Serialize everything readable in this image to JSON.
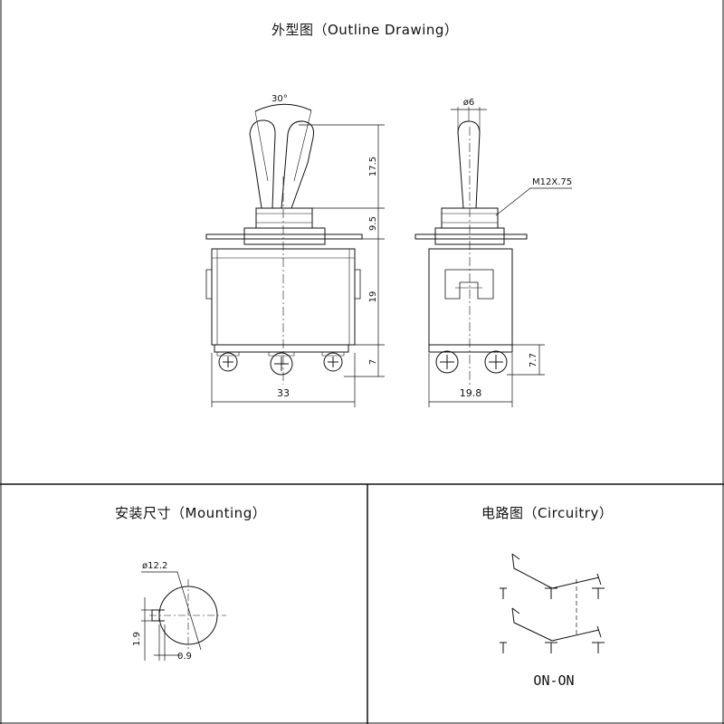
{
  "sections": {
    "outline": {
      "title": "外型图（Outline Drawing）"
    },
    "mounting": {
      "title": "安装尺寸（Mounting）"
    },
    "circuitry": {
      "title": "电路图（Circuitry）"
    }
  },
  "outline": {
    "angle_label": "30°",
    "dims_front": [
      "17.5",
      "9.5",
      "19",
      "7"
    ],
    "width_front": "33",
    "diameter_side": "ø6",
    "thread_label": "M12X.75",
    "height_side": "7.7",
    "width_side": "19.8"
  },
  "mounting": {
    "hole_diameter": "ø12.2",
    "key_height": "1.9",
    "key_width": "0.9"
  },
  "circuitry": {
    "mode_label": "ON-ON"
  },
  "colors": {
    "line": "#111111",
    "background": "#ffffff"
  }
}
